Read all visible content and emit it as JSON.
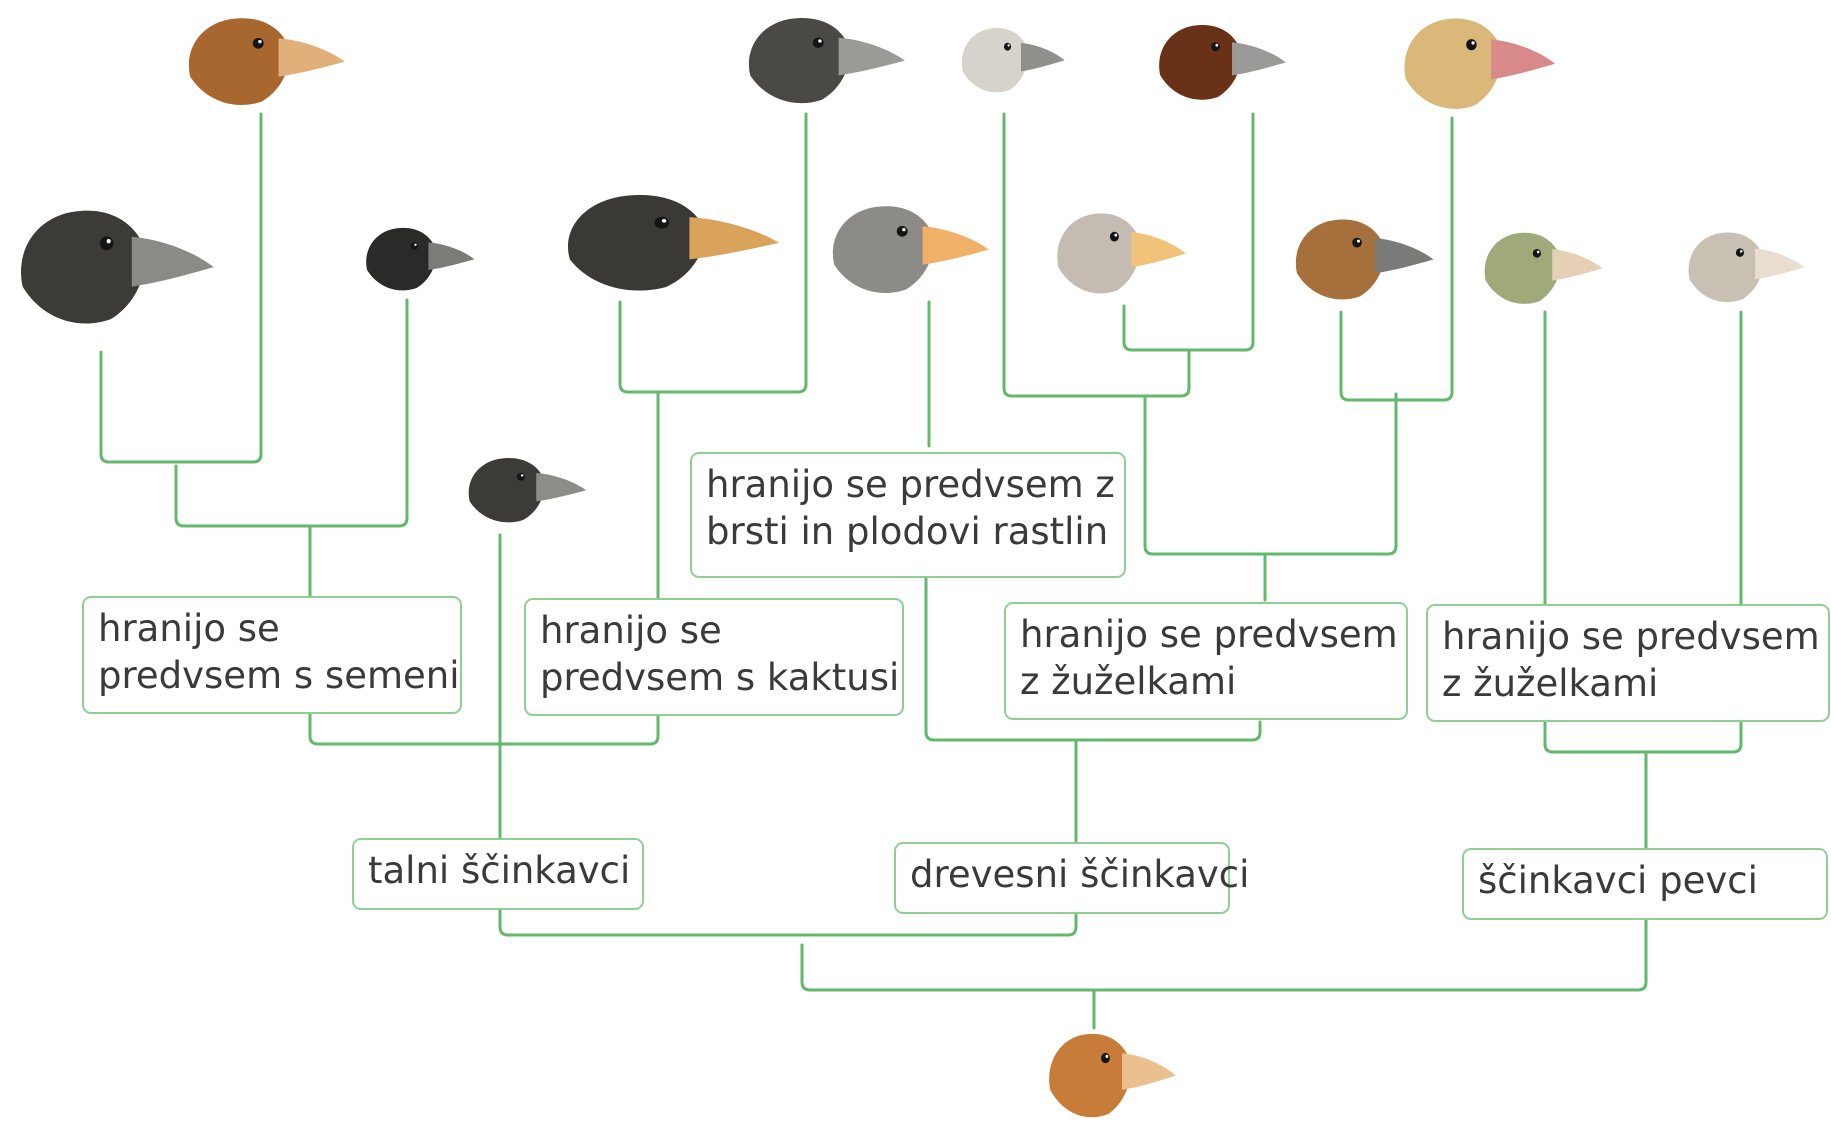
{
  "diagram": {
    "colors": {
      "branch": "#63b96b",
      "box_border": "#8fcf93",
      "text": "#3a3a3a"
    },
    "nodes": {
      "seeds": {
        "lines": [
          "hranijo se",
          "predvsem s semeni"
        ]
      },
      "cactus": {
        "lines": [
          "hranijo se",
          "predvsem s kaktusi"
        ]
      },
      "buds": {
        "lines": [
          "hranijo se predvsem z",
          "brsti in plodovi rastlin"
        ]
      },
      "insects_tree": {
        "lines": [
          "hranijo se predvsem",
          "z žuželkami"
        ]
      },
      "insects_warbler": {
        "lines": [
          "hranijo se predvsem",
          "z žuželkami"
        ]
      },
      "ground": {
        "label": "talni ščinkavci"
      },
      "tree": {
        "label": "drevesni ščinkavci"
      },
      "warbler": {
        "label": "ščinkavci pevci"
      }
    },
    "birds": [
      {
        "name": "large-ground-finch",
        "color": "#3d3b37",
        "beak": "#8a8a86"
      },
      {
        "name": "medium-ground-finch",
        "color": "#a8672e",
        "beak": "#e1b07a"
      },
      {
        "name": "small-ground-finch",
        "color": "#2a2a28",
        "beak": "#7b7b78"
      },
      {
        "name": "large-cactus-finch",
        "color": "#3a3935",
        "beak": "#d9a35c"
      },
      {
        "name": "cactus-finch",
        "color": "#4a4946",
        "beak": "#9a9a96"
      },
      {
        "name": "sharp-beaked-ground-finch",
        "color": "#3c3b38",
        "beak": "#8c8c88"
      },
      {
        "name": "vegetarian-finch",
        "color": "#8d8b88",
        "beak": "#f0b068"
      },
      {
        "name": "small-tree-finch",
        "color": "#c4bbb3",
        "beak": "#f0c27a"
      },
      {
        "name": "grey-finch",
        "color": "#d6d3cc",
        "beak": "#8f8f8c"
      },
      {
        "name": "large-tree-finch",
        "color": "#6a3119",
        "beak": "#9a9a98"
      },
      {
        "name": "woodpecker-finch",
        "color": "#a5703c",
        "beak": "#7a7a78"
      },
      {
        "name": "mangrove-finch",
        "color": "#d9b87a",
        "beak": "#d88a8a"
      },
      {
        "name": "green-warbler-finch",
        "color": "#9fa97a",
        "beak": "#e5d0b6"
      },
      {
        "name": "grey-warbler-finch",
        "color": "#c9c0b4",
        "beak": "#e8ddd0"
      },
      {
        "name": "ancestral-finch",
        "color": "#c87c3a",
        "beak": "#eac08e"
      }
    ]
  }
}
